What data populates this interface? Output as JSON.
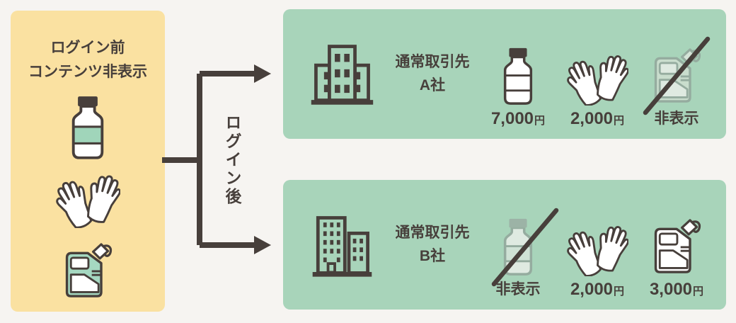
{
  "left_panel": {
    "title_line1": "ログイン前",
    "title_line2": "コンテンツ非表示",
    "icons": [
      "medicine-bottle-icon",
      "gloves-icon",
      "jerry-can-icon"
    ],
    "bg_color": "#fae1a1"
  },
  "arrow": {
    "label": "ログイン後"
  },
  "cards": [
    {
      "company_line1": "通常取引先",
      "company_line2": "A社",
      "building_icon": "office-building-icon",
      "products": [
        {
          "icon": "medicine-bottle-icon",
          "state": "visible",
          "price": "7,000",
          "unit": "円"
        },
        {
          "icon": "gloves-icon",
          "state": "visible",
          "price": "2,000",
          "unit": "円"
        },
        {
          "icon": "jerry-can-icon",
          "state": "hidden",
          "label": "非表示"
        }
      ]
    },
    {
      "company_line1": "通常取引先",
      "company_line2": "B社",
      "building_icon": "twin-towers-building-icon",
      "products": [
        {
          "icon": "medicine-bottle-icon",
          "state": "hidden",
          "label": "非表示"
        },
        {
          "icon": "gloves-icon",
          "state": "visible",
          "price": "2,000",
          "unit": "円"
        },
        {
          "icon": "jerry-can-icon",
          "state": "visible",
          "price": "3,000",
          "unit": "円"
        }
      ]
    }
  ],
  "colors": {
    "background": "#f6f4f1",
    "panel_yellow": "#fae1a1",
    "card_green": "#a8d4ba",
    "ink": "#473f3b",
    "icon_teal": "#a0d5ba",
    "faded_stroke": "#95ac9f",
    "faded_fill": "#dfeae1"
  }
}
